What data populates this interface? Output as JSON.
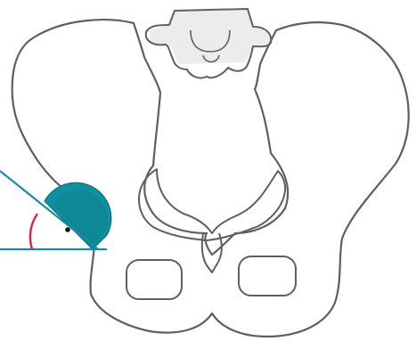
{
  "diagram": {
    "colors": {
      "outline": "#5f5f5f",
      "sacrum_shade": "#c8c8c8",
      "acetabulum_fill": "#0f8fa0",
      "acetabulum_edge": "#0b6f7d",
      "reference_line": "#1c8aa0",
      "angle_arc": "#e0204a",
      "marker": "#111111",
      "background": "#ffffff"
    },
    "shapes": {
      "pelvis": "pelvis-outline",
      "sacrum": "sacrum",
      "obturator_foramen_left": "obturator-foramen",
      "obturator_foramen_right": "obturator-foramen",
      "acetabular_cup": "acetabular-cup",
      "acetabular_angle_arc": "angle-arc"
    }
  }
}
